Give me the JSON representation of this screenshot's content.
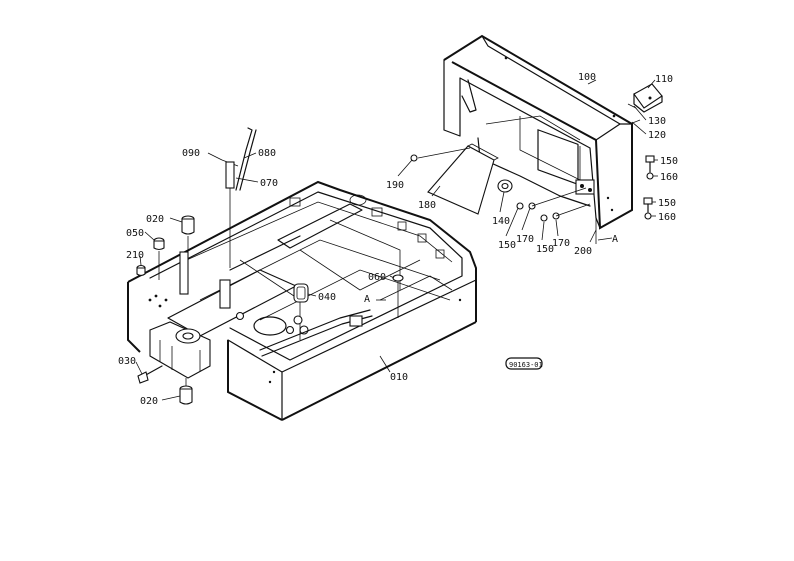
{
  "labels": {
    "l100": "100",
    "l110": "110",
    "l130": "130",
    "l120": "120",
    "l150a": "150",
    "l160a": "160",
    "l150b": "150",
    "l160b": "160",
    "l190": "190",
    "l180": "180",
    "l140": "140",
    "l150c": "150",
    "l170a": "170",
    "l150d": "150",
    "l170b": "170",
    "l200": "200",
    "lA1": "A",
    "l090": "090",
    "l080": "080",
    "l070": "070",
    "l020a": "020",
    "l050": "050",
    "l210": "210",
    "l060": "060",
    "l040": "040",
    "lA2": "A",
    "l030": "030",
    "l020b": "020",
    "l010": "010",
    "stamp": "90163-01"
  }
}
